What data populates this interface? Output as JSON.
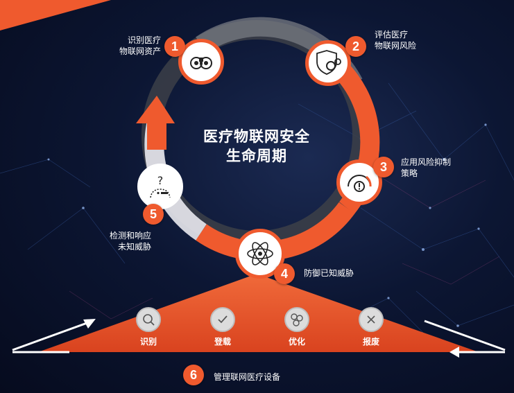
{
  "center_title": [
    "医疗物联网安全",
    "生命周期"
  ],
  "steps": [
    {
      "num": "1",
      "lines": [
        "识别医疗",
        "物联网资产"
      ],
      "icon": "binoculars-icon"
    },
    {
      "num": "2",
      "lines": [
        "评估医疗",
        "物联网风险"
      ],
      "icon": "shield-gears-icon"
    },
    {
      "num": "3",
      "lines": [
        "应用风险抑制",
        "策略"
      ],
      "icon": "gauge-warning-icon"
    },
    {
      "num": "4",
      "lines": [
        "防御已知威胁"
      ],
      "icon": "atom-icon"
    },
    {
      "num": "5",
      "lines": [
        "检测和响应",
        "未知威胁"
      ],
      "icon": "question-person-icon"
    }
  ],
  "base": {
    "items": [
      {
        "label": "识别",
        "icon": "search-icon"
      },
      {
        "label": "登载",
        "icon": "check-icon"
      },
      {
        "label": "优化",
        "icon": "circles-icon"
      },
      {
        "label": "报废",
        "icon": "x-icon"
      }
    ],
    "step_num": "6",
    "step_label": "管理联网医疗设备"
  },
  "colors": {
    "accent": "#ef5a2e",
    "background": "#0c1633"
  }
}
